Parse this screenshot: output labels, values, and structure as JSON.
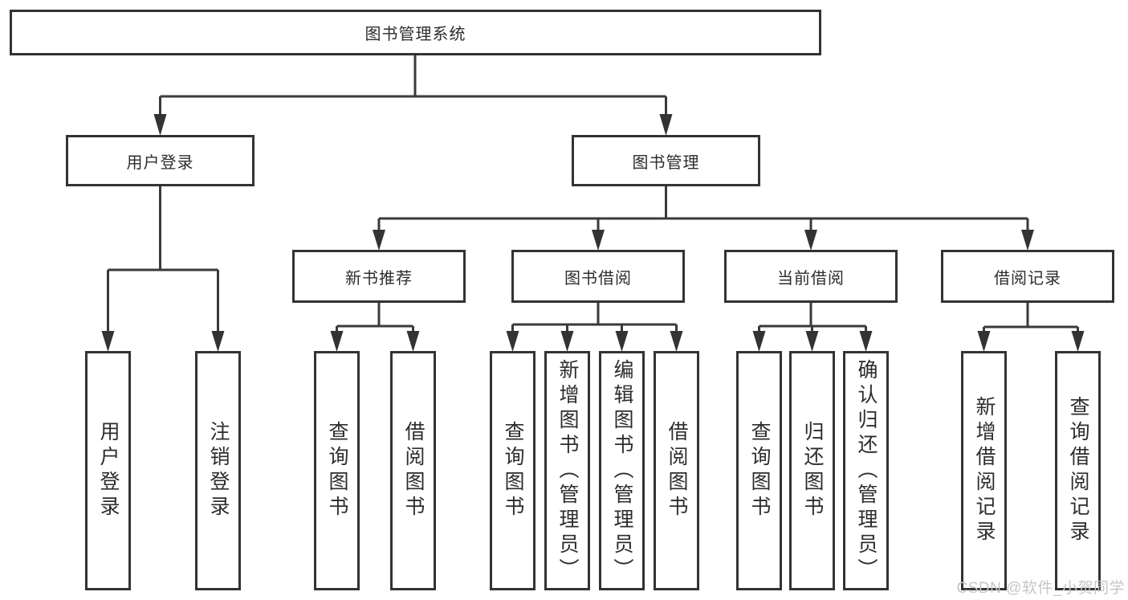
{
  "nodes": {
    "root": "图书管理系统",
    "user_login": "用户登录",
    "book_mgmt": "图书管理",
    "new_book_rec": "新书推荐",
    "book_borrow": "图书借阅",
    "current_borrow": "当前借阅",
    "borrow_record": "借阅记录",
    "leaf_user_login": "用户登录",
    "leaf_logout": "注销登录",
    "leaf_nbr_query": "查询图书",
    "leaf_nbr_borrow": "借阅图书",
    "leaf_bb_query": "查询图书",
    "leaf_bb_add": "新增图书（管理员）",
    "leaf_bb_edit": "编辑图书（管理员）",
    "leaf_bb_borrow": "借阅图书",
    "leaf_cb_query": "查询图书",
    "leaf_cb_return": "归还图书",
    "leaf_cb_confirm": "确认归还（管理员）",
    "leaf_br_add": "新增借阅记录",
    "leaf_br_query": "查询借阅记录"
  },
  "watermark": "CSDN @软件_小贺同学"
}
